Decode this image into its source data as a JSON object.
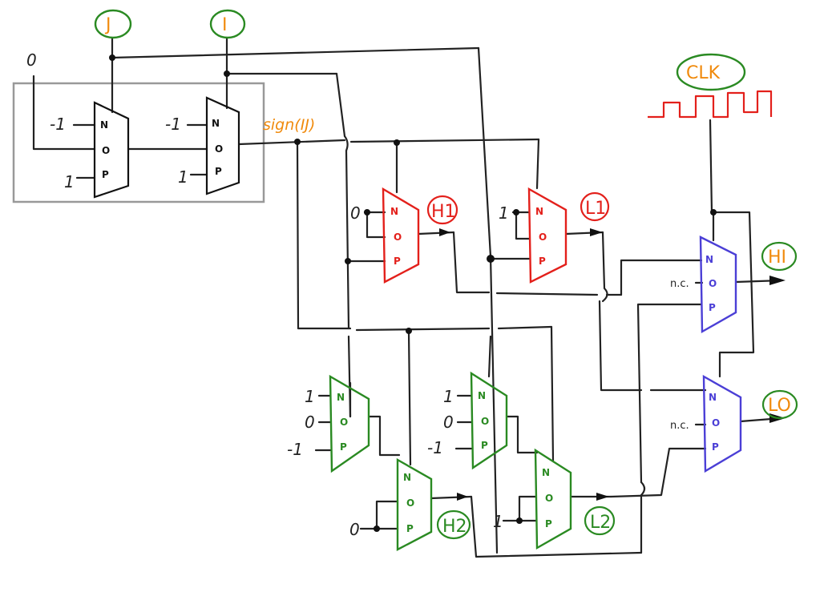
{
  "colors": {
    "wire": "#222222",
    "sign_unit": "#111111",
    "h_stage1": "#e3201b",
    "h_stage2": "#2a8a22",
    "out_stage": "#4b3fd6",
    "orange_text": "#f08a0c",
    "circle_green": "#2a8a22",
    "circle_red": "#e3201b",
    "clk_wave": "#e3201b",
    "box": "#999999"
  },
  "mux_letters": [
    "N",
    "O",
    "P"
  ],
  "inputs": {
    "J": "J",
    "I": "I",
    "CLK": "CLK",
    "zero_top": "0"
  },
  "sign_unit": {
    "label": "sign(IJ)",
    "mux1_n": "-1",
    "mux1_p": "1",
    "mux2_n": "-1",
    "mux2_p": "1"
  },
  "red_muxes": {
    "h1_n": "0",
    "h1_label": "H1",
    "l1_n": "1",
    "l1_label": "L1"
  },
  "green_muxes": {
    "a_n": "1",
    "a_o": "0",
    "a_p": "-1",
    "b_n": "1",
    "b_o": "0",
    "b_p": "-1",
    "h2_in": "0",
    "h2_label": "H2",
    "l2_in": "1",
    "l2_label": "L2"
  },
  "outputs": {
    "hi_nc": "n.c.",
    "hi_label": "HI",
    "lo_nc": "n.c.",
    "lo_label": "LO"
  }
}
